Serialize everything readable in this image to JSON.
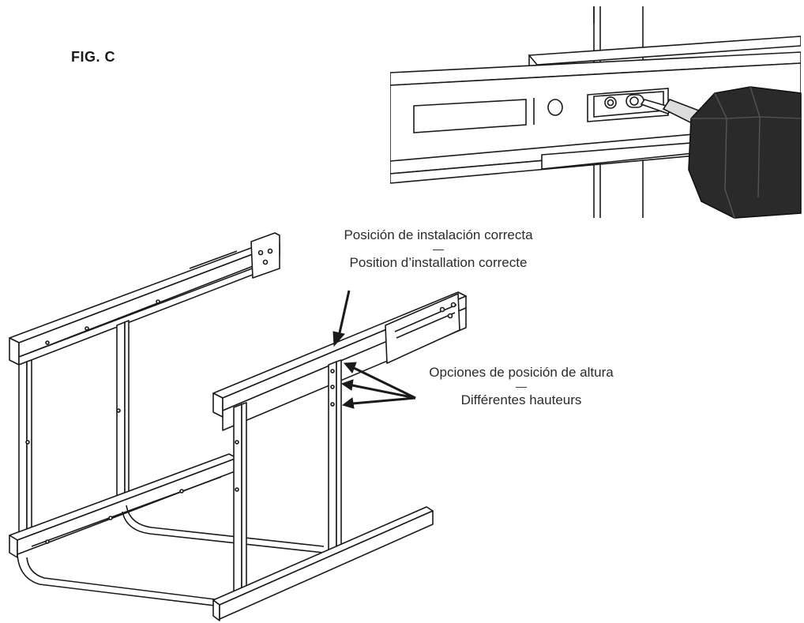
{
  "figure": {
    "label": "FIG. C"
  },
  "callouts": {
    "installation": {
      "spanish": "Posición de instalación correcta",
      "separator": "—",
      "french": "Position d’installation correcte"
    },
    "height": {
      "spanish": "Opciones de posición de altura",
      "separator": "—",
      "french": "Différentes hauteurs"
    }
  },
  "parts": {
    "inset": "drill driving screw into drawer slide bracket",
    "main": "pull-out frame with slides and adjustable height posts"
  },
  "colors": {
    "line": "#1a1a1a",
    "drill": "#2a2a2a",
    "background": "#ffffff"
  }
}
